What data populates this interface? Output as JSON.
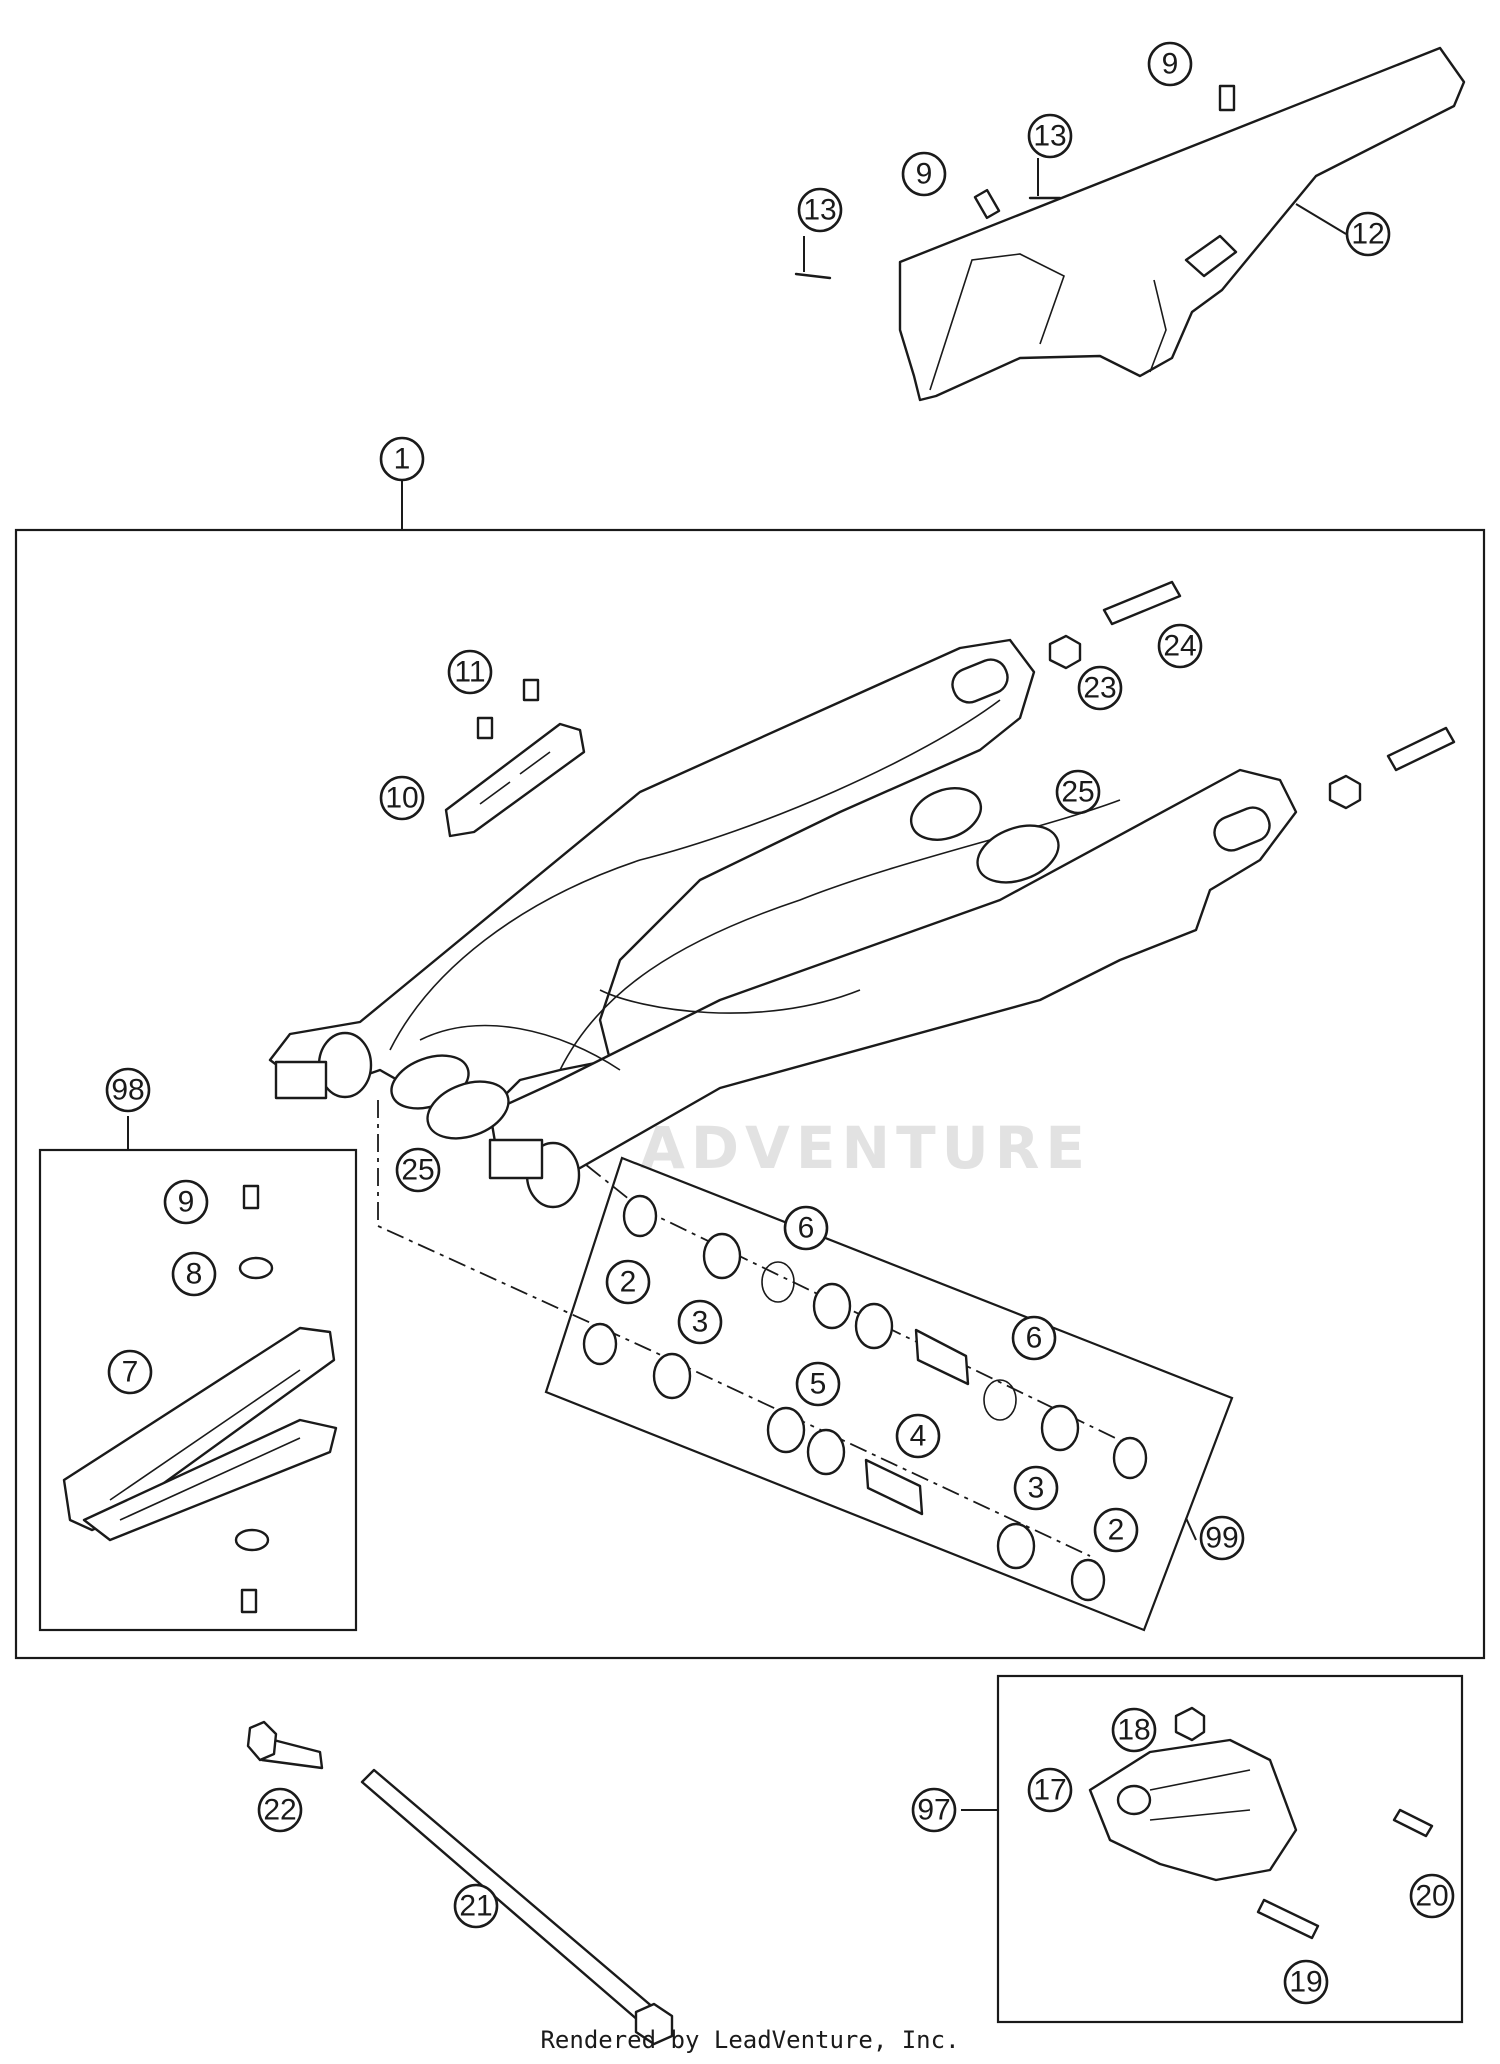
{
  "watermark": "ADVENTURE",
  "footer": "Rendered by LeadVenture, Inc.",
  "callouts": {
    "c1": "1",
    "c2a": "2",
    "c2b": "2",
    "c3a": "3",
    "c3b": "3",
    "c4": "4",
    "c5": "5",
    "c6a": "6",
    "c6b": "6",
    "c7": "7",
    "c8": "8",
    "c9a": "9",
    "c9b": "9",
    "c9c": "9",
    "c10": "10",
    "c11": "11",
    "c12": "12",
    "c13a": "13",
    "c13b": "13",
    "c17": "17",
    "c18": "18",
    "c19": "19",
    "c20": "20",
    "c21": "21",
    "c22": "22",
    "c23": "23",
    "c24": "24",
    "c25a": "25",
    "c25b": "25",
    "c97": "97",
    "c98": "98",
    "c99": "99"
  }
}
